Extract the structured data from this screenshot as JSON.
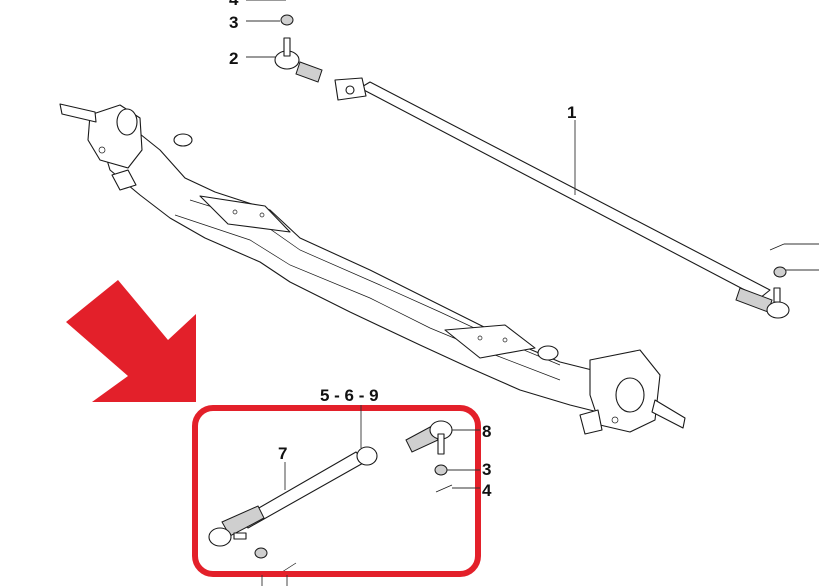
{
  "callouts": {
    "c4_top": "4",
    "c3_top": "3",
    "c2": "2",
    "c1": "1",
    "c5_6_9": "5 - 6 - 9",
    "c7": "7",
    "c8": "8",
    "c3_detail": "3",
    "c4_detail": "4"
  },
  "colors": {
    "arrow": "#e3202a",
    "highlight_box": "#e3202a",
    "line_art": "#1a1a1a"
  },
  "icons": {
    "pointer": "red-arrow-icon"
  }
}
